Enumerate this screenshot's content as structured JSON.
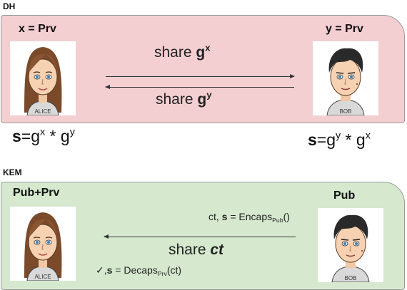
{
  "dh": {
    "section_label": "DH",
    "left_role": "x = Prv",
    "right_role": "y = Prv",
    "alice_badge": "ALICE",
    "bob_badge": "BOB",
    "share_top": {
      "prefix": "share ",
      "base": "g",
      "exp": "x"
    },
    "share_bottom": {
      "prefix": "share ",
      "base": "g",
      "exp": "y"
    },
    "alice_formula": {
      "s": "s",
      "rest": "=g",
      "e1": "x",
      "mid": " * g",
      "e2": "y"
    },
    "bob_formula": {
      "s": "s",
      "rest": "=g",
      "e1": "y",
      "mid": " * g",
      "e2": "x"
    }
  },
  "kem": {
    "section_label": "KEM",
    "left_role": "Pub+Prv",
    "right_role": "Pub",
    "alice_badge": "ALICE",
    "bob_badge": "BOB",
    "encaps": {
      "pre": "ct, ",
      "s": "s",
      "mid": " = Encaps",
      "sub": "Pub",
      "post": "()"
    },
    "share": {
      "prefix": "share ",
      "value": "ct"
    },
    "decaps": {
      "check": "✓",
      "comma": ",",
      "s": "s",
      "mid": " = Decaps",
      "sub": "Prv",
      "post": "(ct)"
    }
  },
  "colors": {
    "dh_panel": "#f4cfd2",
    "kem_panel": "#d6e9cf",
    "arrow": "#333333"
  }
}
